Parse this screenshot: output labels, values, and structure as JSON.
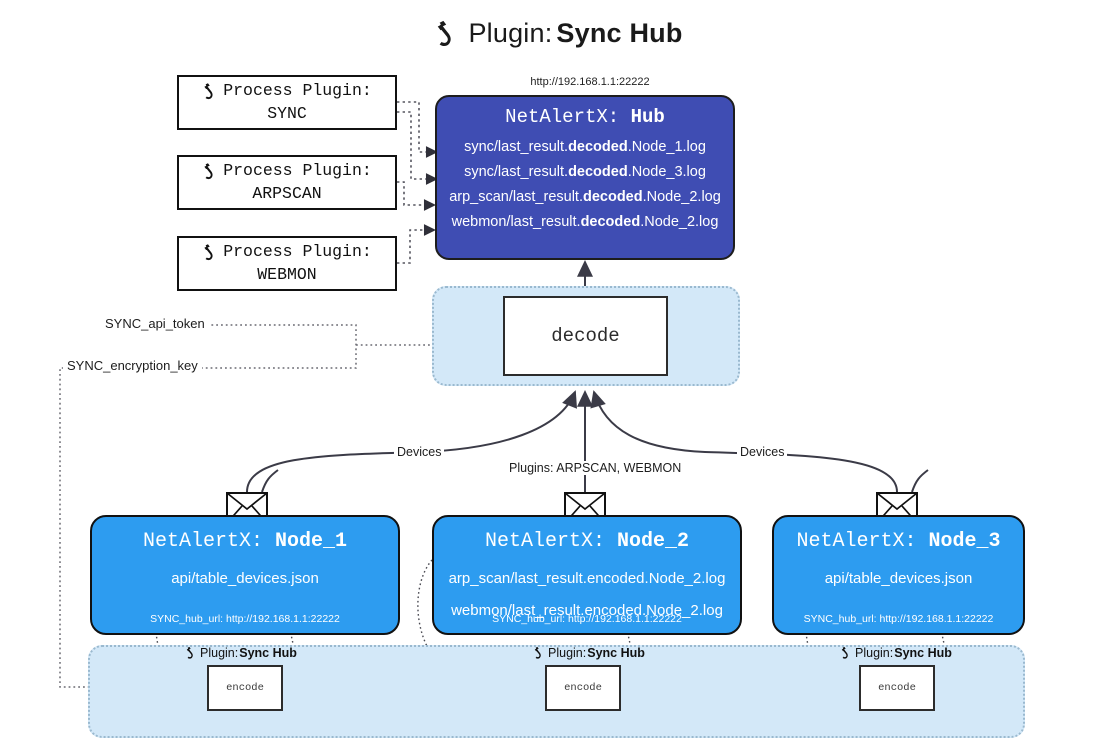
{
  "header": {
    "icon": "plug-icon",
    "prefix": "Plugin: ",
    "name": "Sync Hub"
  },
  "hub": {
    "url": "http://192.168.1.1:22222",
    "title_prefix": "NetAlertX: ",
    "title_name": "Hub",
    "lines": [
      {
        "pre": "sync/last_result.",
        "bold": "decoded",
        "post": ".Node_1.log"
      },
      {
        "pre": "sync/last_result.",
        "bold": "decoded",
        "post": ".Node_3.log"
      },
      {
        "pre": "arp_scan/last_result.",
        "bold": "decoded",
        "post": ".Node_2.log"
      },
      {
        "pre": "webmon/last_result.",
        "bold": "decoded",
        "post": ".Node_2.log"
      }
    ]
  },
  "process_plugins": [
    {
      "icon": "plug-icon",
      "label": "Process Plugin:",
      "name": "SYNC"
    },
    {
      "icon": "plug-icon",
      "label": "Process Plugin:",
      "name": "ARPSCAN"
    },
    {
      "icon": "plug-icon",
      "label": "Process Plugin:",
      "name": "WEBMON"
    }
  ],
  "decode": {
    "label": "decode"
  },
  "tokens": [
    {
      "label": "SYNC_api_token"
    },
    {
      "label": "SYNC_encryption_key"
    }
  ],
  "edge_labels": {
    "devices_left": "Devices",
    "plugins_center": "Plugins: ARPSCAN, WEBMON",
    "devices_right": "Devices"
  },
  "nodes": [
    {
      "title_prefix": "NetAlertX: ",
      "title_name": "Node_1",
      "lines": [
        "api/table_devices.json"
      ],
      "hub_url": "SYNC_hub_url: http://192.168.1.1:22222"
    },
    {
      "title_prefix": "NetAlertX: ",
      "title_name": "Node_2",
      "lines": [
        "arp_scan/last_result.encoded.Node_2.log",
        "webmon/last_result.encoded.Node_2.log"
      ],
      "hub_url": "SYNC_hub_url: http://192.168.1.1:22222"
    },
    {
      "title_prefix": "NetAlertX: ",
      "title_name": "Node_3",
      "lines": [
        "api/table_devices.json"
      ],
      "hub_url": "SYNC_hub_url: http://192.168.1.1:22222"
    }
  ],
  "encoders": [
    {
      "icon": "plug-icon",
      "label_prefix": "Plugin: ",
      "label_name": "Sync Hub",
      "box": "encode"
    },
    {
      "icon": "plug-icon",
      "label_prefix": "Plugin: ",
      "label_name": "Sync Hub",
      "box": "encode"
    },
    {
      "icon": "plug-icon",
      "label_prefix": "Plugin: ",
      "label_name": "Sync Hub",
      "box": "encode"
    }
  ],
  "colors": {
    "hub_fill": "#3f4db3",
    "node_fill": "#2d9cf0",
    "group_fill": "#d3e8f8",
    "stroke": "#1d1d1d"
  }
}
